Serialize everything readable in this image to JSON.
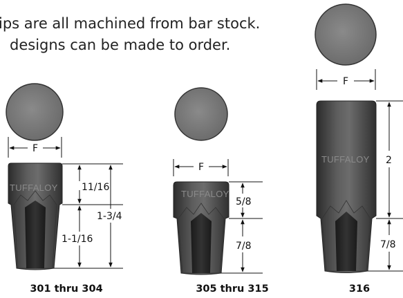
{
  "intro": {
    "line1": "ips are all machined from bar stock.",
    "line2": "designs can be made to order."
  },
  "brand_mark": "TUFFALOY",
  "tips": [
    {
      "caption": "301 thru 304",
      "diameter_label": "F",
      "dims": {
        "top": "11/16",
        "bottom": "1-1/16",
        "overall": "1-3/4"
      }
    },
    {
      "caption": "305 thru 315",
      "diameter_label": "F",
      "dims": {
        "top": "5/8",
        "bottom": "7/8"
      }
    },
    {
      "caption": "316",
      "diameter_label": "F",
      "dims": {
        "top": "2",
        "bottom": "7/8"
      }
    }
  ],
  "colors": {
    "metal_dark": "#3a3a3a",
    "metal_light": "#6a6a6a",
    "face_gray": "#7c7c7c",
    "line": "#111111"
  }
}
